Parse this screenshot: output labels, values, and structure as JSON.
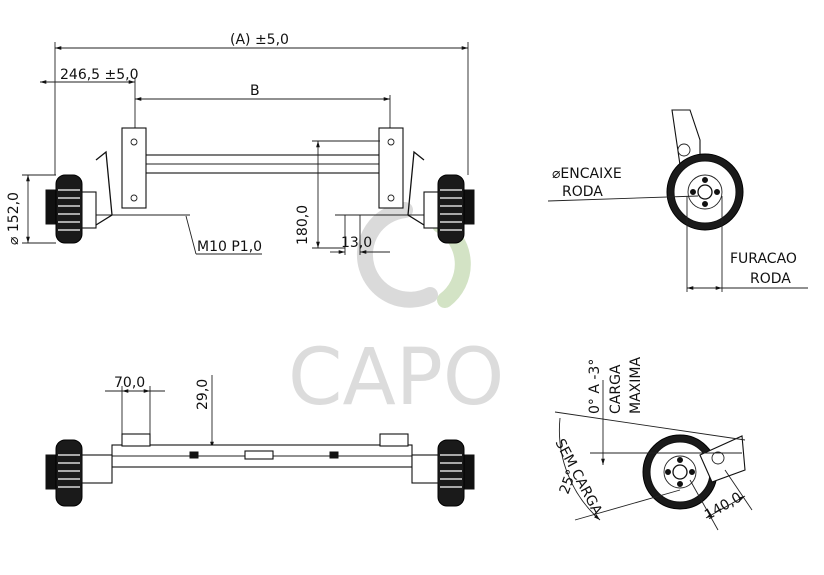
{
  "dimensions": {
    "overall_width": "(A) ±5,0",
    "flange_offset": "246,5 ±5,0",
    "bolt_spacing": "B",
    "wheel_diameter": "⌀ 152,0",
    "bracket_height": "180,0",
    "mount_offset": "13,0",
    "thread_spec": "M10 P1,0",
    "bracket_width": "70,0",
    "height_offset": "29,0",
    "bolt_pitch": "140,0",
    "angle_loaded": "0° A -3°",
    "angle_unloaded": "25°"
  },
  "labels": {
    "wheel_fit_line1": "⌀ENCAIXE",
    "wheel_fit_line2": "RODA",
    "bolt_holes_line1": "FURACAO",
    "bolt_holes_line2": "RODA",
    "max_load_line1": "CARGA",
    "max_load_line2": "MAXIMA",
    "no_load_line1": "SEM CARGA"
  },
  "watermark": {
    "brand": "CAPO",
    "colors": {
      "logo_gray": "#d4d4d4",
      "logo_green": "#c9dcb8"
    }
  }
}
